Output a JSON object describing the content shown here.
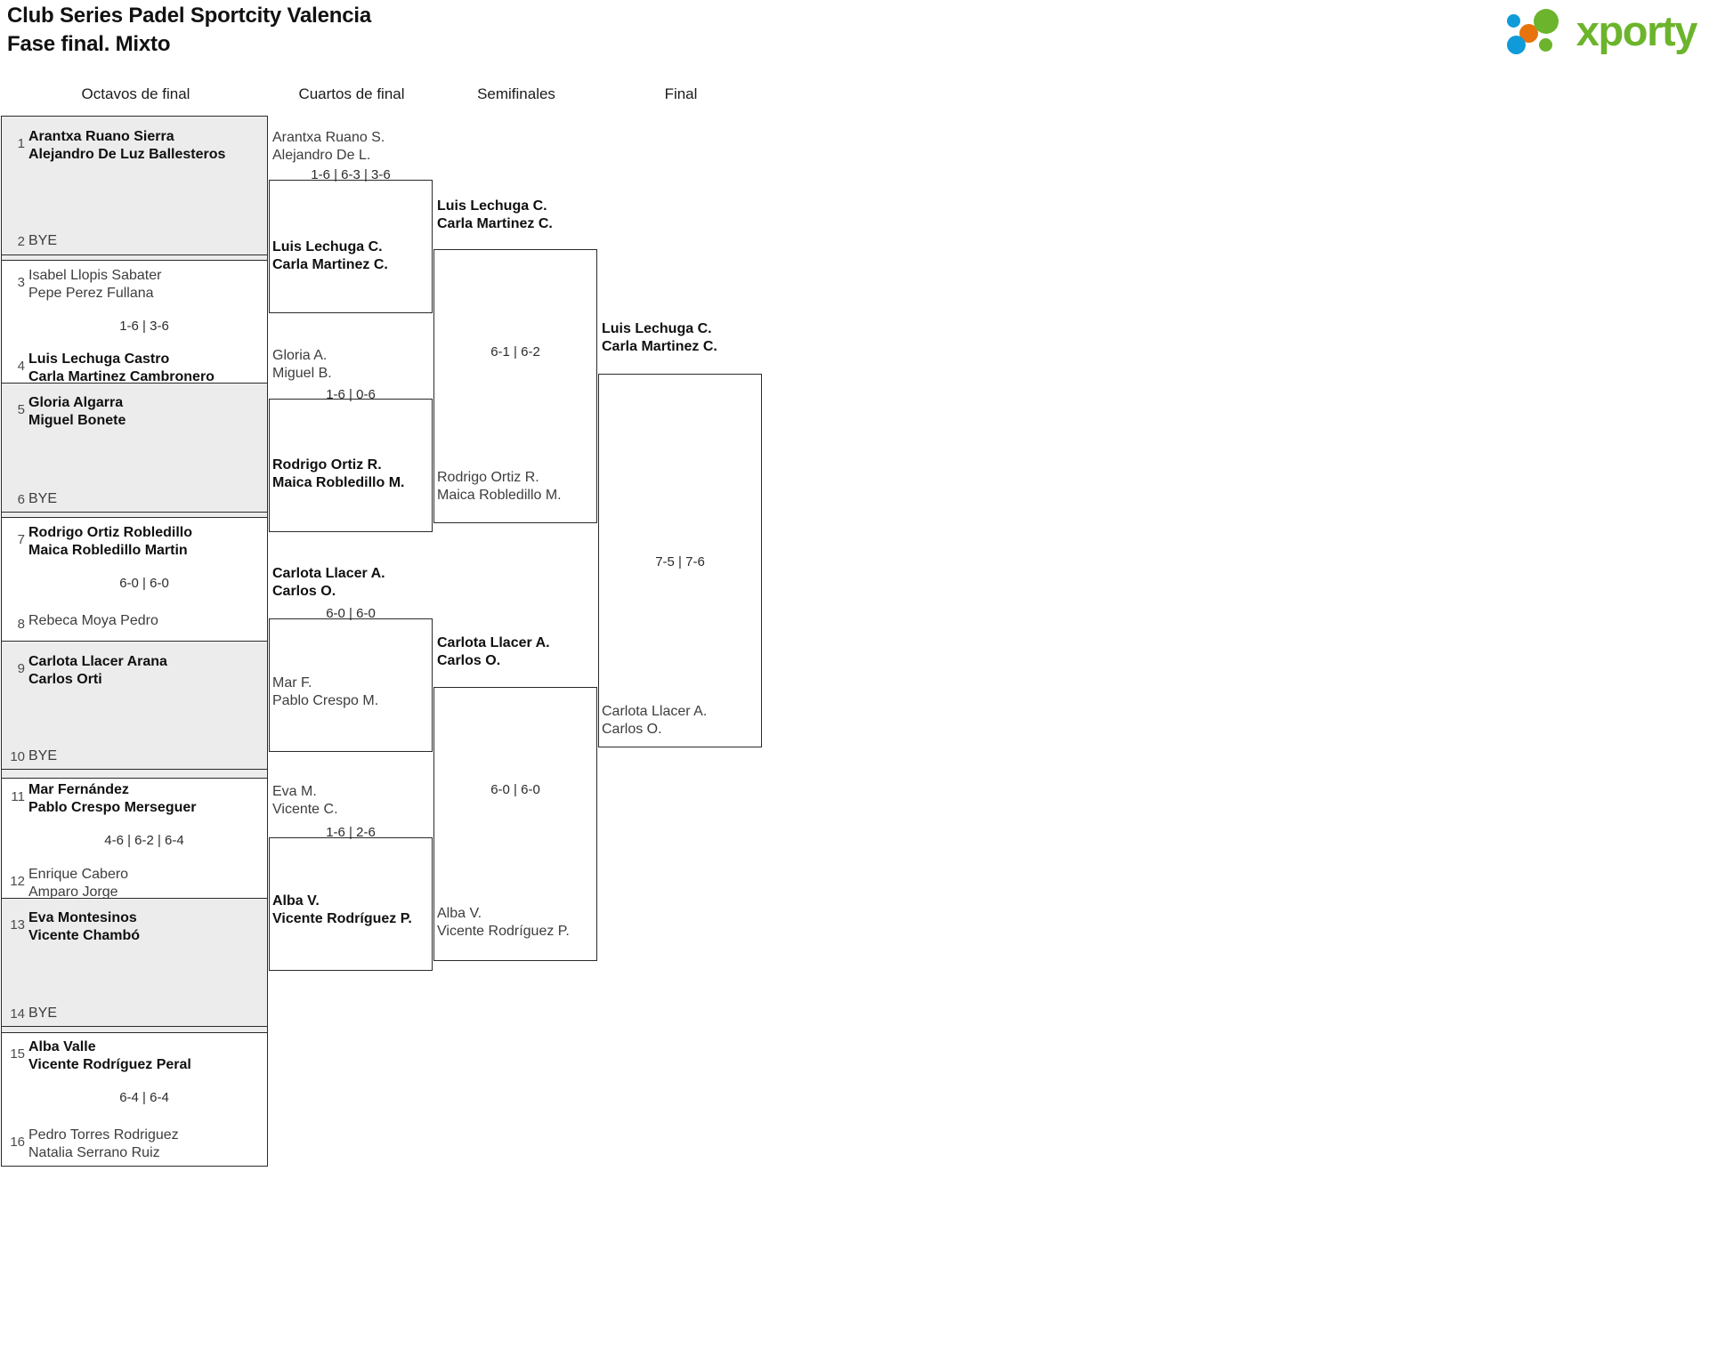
{
  "header": {
    "title_line1": "Club Series Padel Sportcity Valencia",
    "title_line2": "Fase final. Mixto",
    "logo_word": "xporty",
    "logo_colors": {
      "green": "#6cb42c",
      "blue": "#0f9bd9",
      "orange": "#e8730c"
    }
  },
  "rounds": [
    {
      "label": "Octavos de final"
    },
    {
      "label": "Cuartos de final"
    },
    {
      "label": "Semifinales"
    },
    {
      "label": "Final"
    }
  ],
  "bye_label": "BYE",
  "round1": {
    "entries": [
      {
        "seed": "1",
        "line1": "Arantxa Ruano Sierra",
        "line2": "Alejandro De Luz Ballesteros",
        "winner": true
      },
      {
        "seed": "2",
        "bye": true
      },
      {
        "seed": "3",
        "line1": "Isabel Llopis Sabater",
        "line2": "Pepe Perez Fullana",
        "winner": false
      },
      {
        "seed": "4",
        "line1": "Luis Lechuga Castro",
        "line2": "Carla Martinez Cambronero",
        "winner": true
      },
      {
        "seed": "5",
        "line1": "Gloria Algarra",
        "line2": "Miguel Bonete",
        "winner": true
      },
      {
        "seed": "6",
        "bye": true
      },
      {
        "seed": "7",
        "line1": "Rodrigo Ortiz Robledillo",
        "line2": "Maica Robledillo Martin",
        "winner": true
      },
      {
        "seed": "8",
        "line1": "Rebeca Moya Pedro",
        "line2": "",
        "winner": false
      },
      {
        "seed": "9",
        "line1": "Carlota Llacer Arana",
        "line2": "Carlos Orti",
        "winner": true
      },
      {
        "seed": "10",
        "bye": true
      },
      {
        "seed": "11",
        "line1": "Mar Fernández",
        "line2": "Pablo Crespo Merseguer",
        "winner": true
      },
      {
        "seed": "12",
        "line1": "Enrique Cabero",
        "line2": "Amparo Jorge",
        "winner": false
      },
      {
        "seed": "13",
        "line1": "Eva Montesinos",
        "line2": "Vicente Chambó",
        "winner": true
      },
      {
        "seed": "14",
        "bye": true
      },
      {
        "seed": "15",
        "line1": "Alba Valle",
        "line2": "Vicente Rodríguez Peral",
        "winner": true
      },
      {
        "seed": "16",
        "line1": "Pedro Torres Rodriguez",
        "line2": "Natalia Serrano Ruiz",
        "winner": false
      }
    ],
    "scores": [
      {
        "value": "1-6 | 3-6"
      },
      {
        "value": "6-0 | 6-0"
      },
      {
        "value": "4-6 | 6-2 | 6-4"
      },
      {
        "value": "6-4 | 6-4"
      }
    ]
  },
  "round2": {
    "matches": [
      {
        "top": {
          "line1": "Arantxa Ruano S.",
          "line2": "Alejandro De L.",
          "winner": false
        },
        "bottom": {
          "line1": "Luis Lechuga C.",
          "line2": "Carla Martinez C.",
          "winner": true
        },
        "score": "1-6 | 6-3 | 3-6"
      },
      {
        "top": {
          "line1": "Gloria A.",
          "line2": "Miguel B.",
          "winner": false
        },
        "bottom": {
          "line1": "Rodrigo Ortiz R.",
          "line2": "Maica Robledillo M.",
          "winner": true
        },
        "score": "1-6 | 0-6"
      },
      {
        "top": {
          "line1": "Carlota Llacer A.",
          "line2": "Carlos O.",
          "winner": true
        },
        "bottom": {
          "line1": "Mar F.",
          "line2": "Pablo Crespo M.",
          "winner": false
        },
        "score": "6-0 | 6-0"
      },
      {
        "top": {
          "line1": "Eva M.",
          "line2": "Vicente C.",
          "winner": false
        },
        "bottom": {
          "line1": "Alba V.",
          "line2": "Vicente Rodríguez P.",
          "winner": true
        },
        "score": "1-6 | 2-6"
      }
    ]
  },
  "round3": {
    "matches": [
      {
        "top": {
          "line1": "Luis Lechuga C.",
          "line2": "Carla Martinez C.",
          "winner": true
        },
        "bottom": {
          "line1": "Rodrigo Ortiz R.",
          "line2": "Maica Robledillo M.",
          "winner": false
        },
        "score": "6-1 | 6-2"
      },
      {
        "top": {
          "line1": "Carlota Llacer A.",
          "line2": "Carlos O.",
          "winner": true
        },
        "bottom": {
          "line1": "Alba V.",
          "line2": "Vicente Rodríguez P.",
          "winner": false
        },
        "score": "6-0 | 6-0"
      }
    ]
  },
  "round4": {
    "matches": [
      {
        "top": {
          "line1": "Luis Lechuga C.",
          "line2": "Carla Martinez C.",
          "winner": true
        },
        "bottom": {
          "line1": "Carlota Llacer A.",
          "line2": "Carlos O.",
          "winner": false
        },
        "score": "7-5 | 7-6"
      }
    ]
  }
}
